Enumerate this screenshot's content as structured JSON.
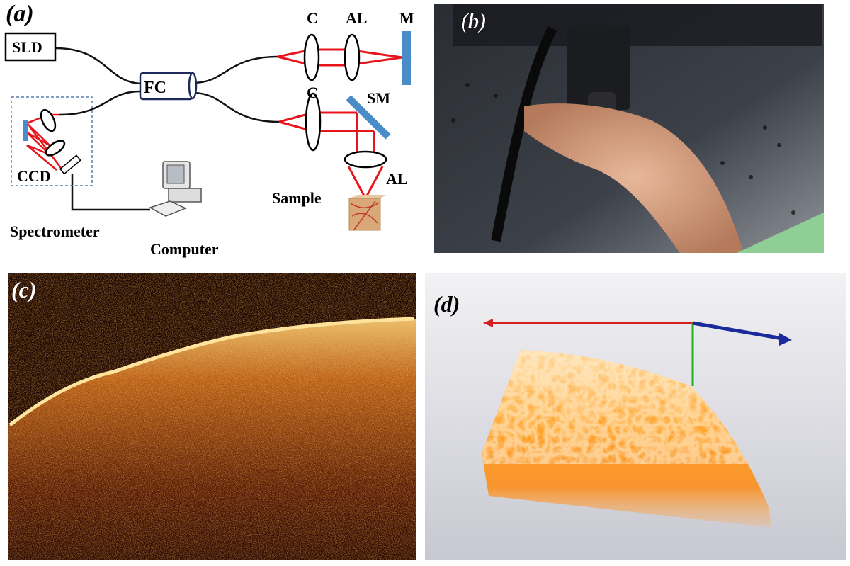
{
  "panel_a": {
    "label": "(a)",
    "components": {
      "source": "SLD",
      "coupler": "FC",
      "collimator_ref": "C",
      "lens_ref": "AL",
      "mirror": "M",
      "collimator_sample": "C",
      "scan_mirror": "SM",
      "lens_sample": "AL",
      "sample": "Sample",
      "camera": "CCD",
      "spectrometer": "Spectrometer",
      "computer": "Computer"
    }
  },
  "panel_b": {
    "label": "(b)"
  },
  "panel_c": {
    "label": "(c)"
  },
  "panel_d": {
    "label": "(d)"
  },
  "colors": {
    "beam": "#e8141b",
    "mirror": "#4a8cc8",
    "fiber": "#111111",
    "axis_x": "#d62020",
    "axis_y": "#22b022",
    "axis_z": "#1a2a9a",
    "tissue": "#ff9a1a"
  }
}
